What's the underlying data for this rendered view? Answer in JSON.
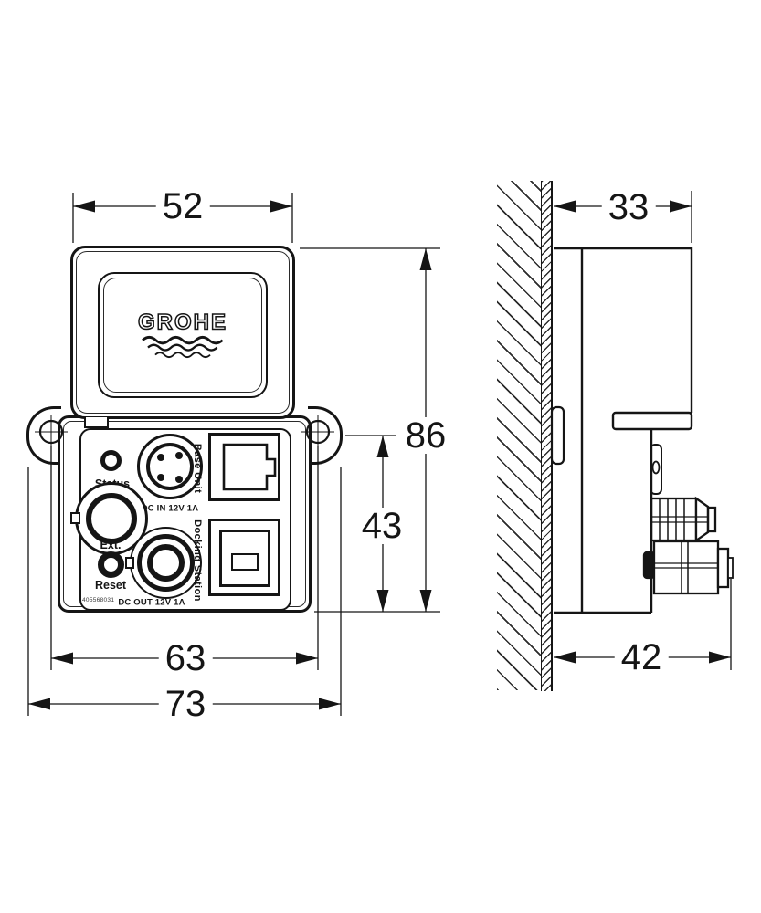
{
  "dims": {
    "front_top_width": "52",
    "front_height": "86",
    "front_lower_height": "43",
    "hole_spacing": "63",
    "front_width": "73",
    "side_depth_body": "33",
    "side_depth_total": "42"
  },
  "logo": {
    "brand": "GROHE"
  },
  "panel": {
    "status": "Status",
    "dc_in": "DC IN 12V 1A",
    "base_unit": "Base Unit",
    "ext": "Ext.",
    "reset": "Reset",
    "dc_out": "DC OUT 12V 1A",
    "docking_station": "Docking Station",
    "part_number": "405568031"
  },
  "colors": {
    "line": "#151515",
    "background": "#ffffff"
  }
}
